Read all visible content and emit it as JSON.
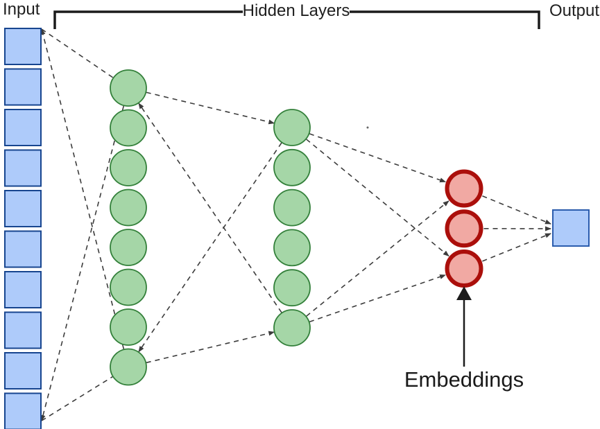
{
  "labels": {
    "input": "Input",
    "hidden_layers": "Hidden Layers",
    "output": "Output",
    "embeddings": "Embeddings"
  },
  "diagram": {
    "type": "neural-network-autoencoder",
    "layers": {
      "input": {
        "label": "Input",
        "shape": "square",
        "count": 10
      },
      "hidden1": {
        "shape": "circle",
        "count": 8
      },
      "hidden2": {
        "shape": "circle",
        "count": 6
      },
      "embeddings": {
        "label": "Embeddings",
        "shape": "circle",
        "count": 3
      },
      "output": {
        "label": "Output",
        "shape": "square",
        "count": 1
      }
    },
    "colors": {
      "input_fill": "#aecbfa",
      "input_stroke": "#17458f",
      "hidden_fill": "#a5d6a7",
      "hidden_stroke": "#33803a",
      "embedding_fill": "#f1a9a3",
      "embedding_stroke": "#ab0f0b",
      "output_fill": "#aecbfa",
      "output_stroke": "#2b5cad",
      "connector": "#3c3c3c",
      "bracket": "#1b1b1b",
      "text": "#1f1f1f"
    }
  }
}
